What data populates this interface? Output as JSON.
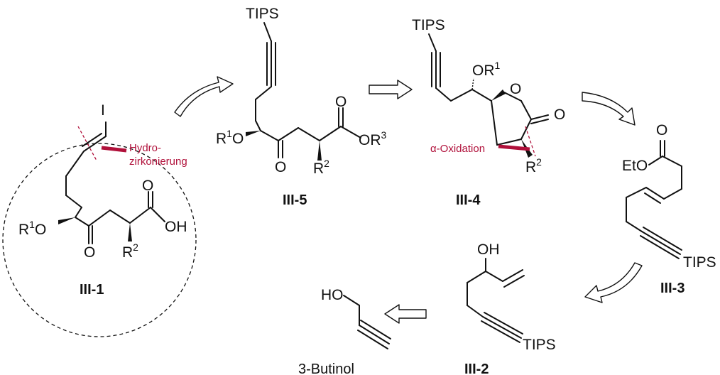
{
  "compounds": {
    "iii1": {
      "label": "III-1",
      "acid_oh": "OH",
      "r1": "R",
      "r1_sup": "1",
      "r2": "R",
      "r2_sup": "2",
      "o_ring": "O",
      "o_ketone": "O",
      "o_acid": "O",
      "iodo": "I"
    },
    "iii5": {
      "label": "III-5",
      "tips": "TIPS",
      "r1": "R",
      "r1_sup": "1",
      "o1": "O",
      "o_ketone": "O",
      "o_ester": "O",
      "or3": "OR",
      "or3_sup": "3",
      "r2": "R",
      "r2_sup": "2"
    },
    "iii4": {
      "label": "III-4",
      "tips": "TIPS",
      "or1": "OR",
      "or1_sup": "1",
      "o_ring": "O",
      "o_carbonyl": "O",
      "r2": "R",
      "r2_sup": "2"
    },
    "iii3": {
      "label": "III-3",
      "eto": "EtO",
      "o_carbonyl": "O",
      "tips": "TIPS"
    },
    "iii2": {
      "label": "III-2",
      "oh": "OH",
      "tips": "TIPS"
    },
    "butinol": {
      "label": "3-Butinol",
      "ho": "HO"
    }
  },
  "annotations": {
    "hydro_1": "Hydro-",
    "hydro_2": "zirkonierung",
    "alpha_oxidation": "α-Oxidation"
  },
  "colors": {
    "highlight": "#b0103a",
    "ink": "#111111"
  }
}
